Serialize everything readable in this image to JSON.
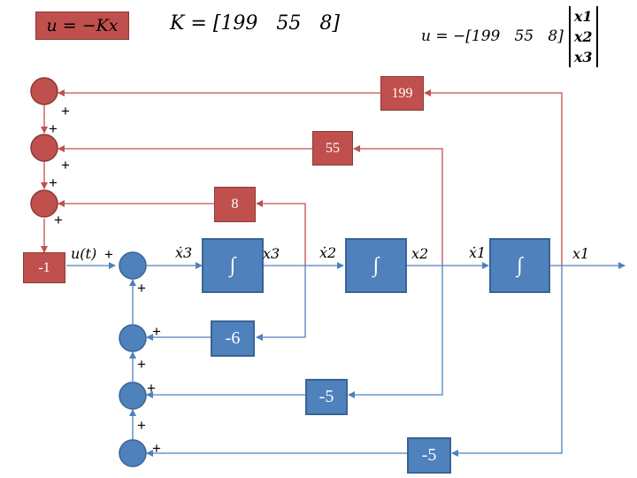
{
  "control_law_label": "u = −Kx",
  "gain_definition": "K = [199   55   8]",
  "expanded_law": {
    "prefix": "u = −[199   55   8]",
    "vector": [
      "x1",
      "x2",
      "x3"
    ]
  },
  "gains": {
    "k1": "199",
    "k2": "55",
    "k3": "8",
    "neg": "-1"
  },
  "feedback_gains": {
    "a3": "-6",
    "a2": "-5",
    "a1": "-5"
  },
  "integrator_symbol": "∫",
  "signals": {
    "u": "u(t)",
    "x3dot": "ẋ3",
    "x3": "x3",
    "x2dot": "ẋ2",
    "x2": "x2",
    "x1dot": "ẋ1",
    "x1": "x1"
  },
  "sign_plus": "+",
  "colors": {
    "red": "#c0504d",
    "blue": "#4f81bd"
  }
}
